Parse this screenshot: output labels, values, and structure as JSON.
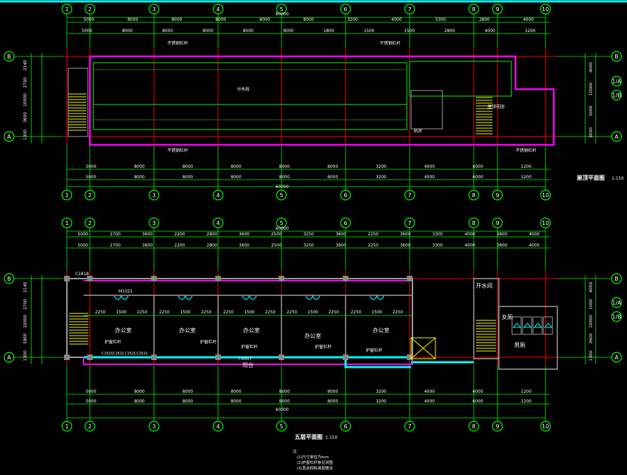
{
  "grid_columns": [
    "1",
    "2",
    "3",
    "4",
    "5",
    "6",
    "7",
    "8",
    "9",
    "10"
  ],
  "grid_rows": [
    "B",
    "A"
  ],
  "grid_rows_extra": [
    "1/A",
    "1/B"
  ],
  "upper_plan": {
    "title": "屋顶平面图",
    "scale": "1:150",
    "total_dimension": "60000",
    "dim_row_1": [
      "5000",
      "8000",
      "8000",
      "8000",
      "8000",
      "8000",
      "3200",
      "4000",
      "3300",
      "2800",
      "4000"
    ],
    "dim_row_2": [
      "5000",
      "8000",
      "8000",
      "8000",
      "8000",
      "8000",
      "1800",
      "1500",
      "1500",
      "2800",
      "4000",
      "1200"
    ],
    "dim_bottom": [
      "5000",
      "8000",
      "8000",
      "8000",
      "8000",
      "8000",
      "3200",
      "4000",
      "6000",
      "1200"
    ],
    "side_dims_left": [
      "2140",
      "2700",
      "10000",
      "3600",
      "1300"
    ],
    "side_dims_right": [
      "4000",
      "10000",
      "5000",
      "3000"
    ],
    "labels": [
      "不锈钢栏杆",
      "不锈钢栏杆",
      "不锈钢栏杆",
      "不锈钢栏杆",
      "分水线",
      "机房",
      "屋顶花园"
    ]
  },
  "lower_plan": {
    "title": "五层平面图",
    "scale": "1:150",
    "total_dimension": "60000",
    "dim_row_1": [
      "5000",
      "2700",
      "3600",
      "2200",
      "2800",
      "3600",
      "2500",
      "3250",
      "3600",
      "2250",
      "3600",
      "3300",
      "4000",
      "2800",
      "4000"
    ],
    "dim_bottom": [
      "5000",
      "8000",
      "8000",
      "8000",
      "8000",
      "8000",
      "3200",
      "4000",
      "6000",
      "1200"
    ],
    "side_dims_left": [
      "2140",
      "2700",
      "10000",
      "5800",
      "1300"
    ],
    "side_dims_right": [
      "4000",
      "1000",
      "10000",
      "3600",
      "1300"
    ],
    "rooms": [
      "办公室",
      "办公室",
      "办公室",
      "办公室",
      "办公室",
      "阳台",
      "开水间",
      "女厕",
      "男厕"
    ],
    "room_dims": [
      "2250",
      "1500",
      "2250"
    ],
    "labels": [
      "护窗栏杆",
      "护窗栏杆",
      "护窗栏杆",
      "护窗栏杆",
      "护窗栏杆"
    ],
    "windows": [
      "C1521",
      "C1521",
      "C1521",
      "C1521",
      "C4007",
      "M1021",
      "C1818"
    ]
  },
  "notes": {
    "heading": "注：",
    "items": [
      "(1)尺寸单位为mm",
      "(2)护窗栏杆参见详图",
      "(3)其余同标准层做法"
    ]
  },
  "colors": {
    "grid": "#00ff00",
    "wall": "#ff00ff",
    "axis": "#ff0000",
    "glass": "#00ffff",
    "stair": "#ffff00",
    "wall_gray": "#a0a0a0"
  }
}
